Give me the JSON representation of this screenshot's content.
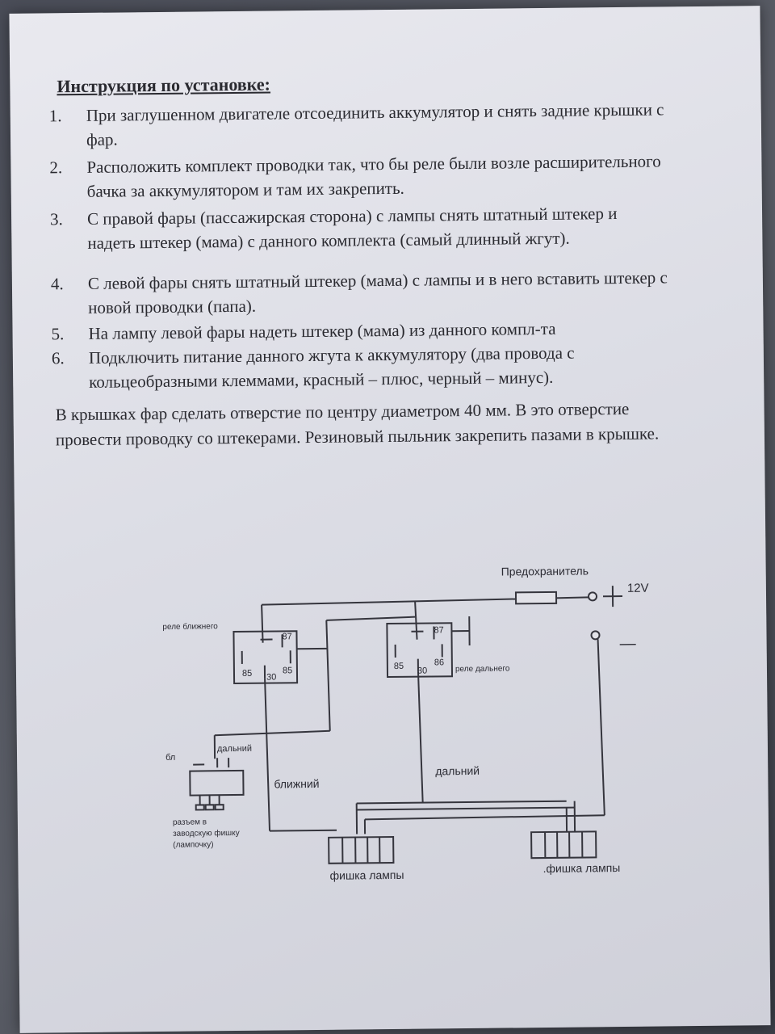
{
  "instructions": {
    "title": "Инструкция по установке:",
    "steps": [
      {
        "num": "1.",
        "text": "При заглушенном двигателе отсоединить аккумулятор  и снять задние крышки с фар."
      },
      {
        "num": "2.",
        "text": "Расположить комплект проводки так, что бы реле были возле расширительного бачка за аккумулятором и там их закрепить."
      },
      {
        "num": "3.",
        "text": "С правой фары (пассажирская сторона) с лампы снять штатный штекер и надеть штекер (мама) с данного комплекта (самый длинный жгут)."
      },
      {
        "num": "4.",
        "text": "С левой фары снять штатный штекер (мама) с лампы и в него вставить штекер с новой проводки (папа)."
      },
      {
        "num": "5.",
        "text": "На лампу левой фары надеть штекер (мама) из данного компл-та"
      },
      {
        "num": "6.",
        "text": "Подключить питание данного жгута к аккумулятору (два провода с кольцеобразными клеммами, красный – плюс, черный – минус)."
      }
    ],
    "note": "В крышках фар сделать отверстие по центру диаметром 40 мм. В это отверстие провести проводку со штекерами. Резиновый пыльник закрепить пазами в крышке."
  },
  "diagram": {
    "fuse_label": "Предохранитель",
    "voltage_label": "12V",
    "plus_sign": "+",
    "minus_sign": "—",
    "relay_low": {
      "label": "реле ближнего",
      "pin87": "87",
      "pin85a": "85",
      "pin30": "30",
      "pin85b": "85"
    },
    "relay_high": {
      "label": "реле дальнего",
      "pin87": "87",
      "pin85": "85",
      "pin30": "30",
      "pin86": "86"
    },
    "connector_label_top_left": "бл",
    "connector_label_top_right": "дальний",
    "connector_caption_1": "разъем в",
    "connector_caption_2": "заводскую фишку",
    "connector_caption_3": "(лампочку)",
    "wire_low": "ближний",
    "wire_high": "дальний",
    "lamp_plug_left": "фишка лампы",
    "lamp_plug_right": ".фишка лампы"
  }
}
